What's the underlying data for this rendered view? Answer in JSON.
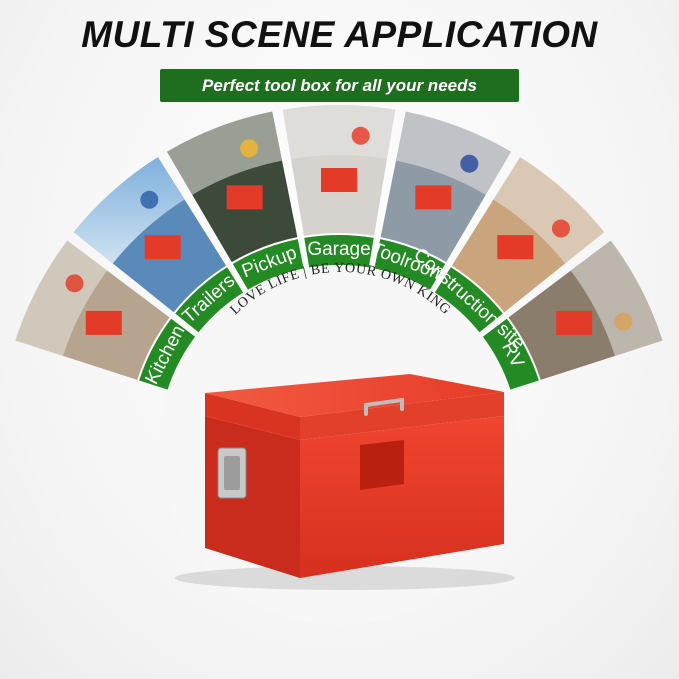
{
  "header": {
    "title": "MULTI SCENE APPLICATION",
    "subtitle": "Perfect tool box for all your needs"
  },
  "motto": "LOVE LIFE | BE YOUR OWN KING",
  "scenes": [
    {
      "id": "kitchen",
      "label": "Kitchen"
    },
    {
      "id": "trailers",
      "label": "Trailers"
    },
    {
      "id": "pickup",
      "label": "Pickup"
    },
    {
      "id": "garage",
      "label": "Garage"
    },
    {
      "id": "toolroom",
      "label": "Toolroom"
    },
    {
      "id": "construction",
      "label": "Construction site"
    },
    {
      "id": "rv",
      "label": "RV"
    }
  ],
  "colors": {
    "ring_green": "#248b24",
    "box_red": "#ea3b2b",
    "subbar_green": "#1f6e1f"
  }
}
